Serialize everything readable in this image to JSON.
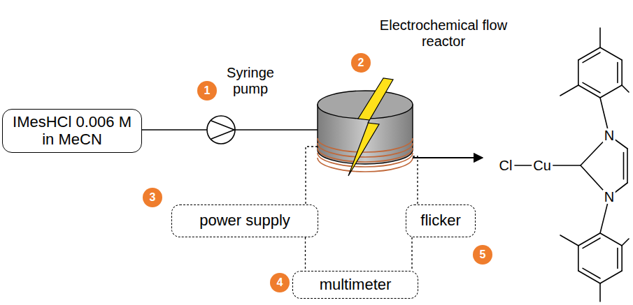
{
  "diagram": {
    "nodes": [
      {
        "text": [
          "IMesHCl 0.006 M in MeCN"
        ]
      },
      {
        "text": [
          "1"
        ]
      },
      {
        "text": [
          "2"
        ]
      },
      {
        "text": [
          "3"
        ]
      },
      {
        "text": [
          "power supply"
        ]
      },
      {
        "text": [
          "flicker"
        ]
      },
      {
        "text": [
          "5"
        ]
      },
      {
        "text": [
          "4"
        ]
      },
      {
        "text": [
          "multimeter"
        ]
      }
    ],
    "edges": [
      {
        "from": 4,
        "to": 8,
        "arrow": "none"
      },
      {
        "from": 5,
        "to": 8,
        "arrow": "none"
      }
    ],
    "labels": [
      "Syringe pump",
      "Electrochemical flow reactor",
      "Cl",
      "Cu",
      "N",
      "N"
    ]
  }
}
